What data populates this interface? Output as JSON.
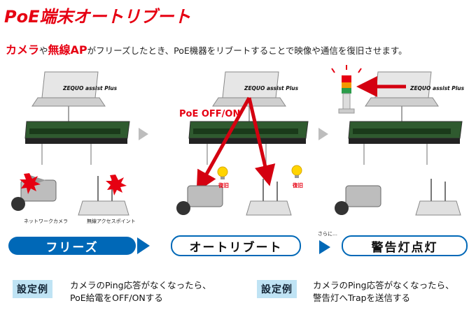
{
  "title": "PoE端末オートリブート",
  "subtitle": {
    "camera": "カメラ",
    "ya1": "や",
    "musen": "無線AP",
    "rest": "がフリーズしたとき、PoE機器をリブートすることで映像や通信を復旧させます。"
  },
  "panels": {
    "laptop_label": "ZEQUO assist Plus",
    "poe_label": "PoE OFF/ON",
    "camera_caption": "ネットワークカメラ",
    "ap_caption": "無線アクセスポイント",
    "recover": "復旧",
    "sarani": "さらに…"
  },
  "steps": [
    "フリーズ",
    "オートリブート",
    "警告灯点灯"
  ],
  "examples": [
    {
      "tag": "設定例",
      "lines": [
        "カメラのPing応答がなくなったら、",
        "PoE給電をOFF/ONする"
      ]
    },
    {
      "tag": "設定例",
      "lines": [
        "カメラのPing応答がなくなったら、",
        "警告灯へTrapを送信する"
      ]
    }
  ],
  "colors": {
    "red": "#e60012",
    "blue": "#0068b7",
    "tag_bg": "#bfe3f4"
  }
}
